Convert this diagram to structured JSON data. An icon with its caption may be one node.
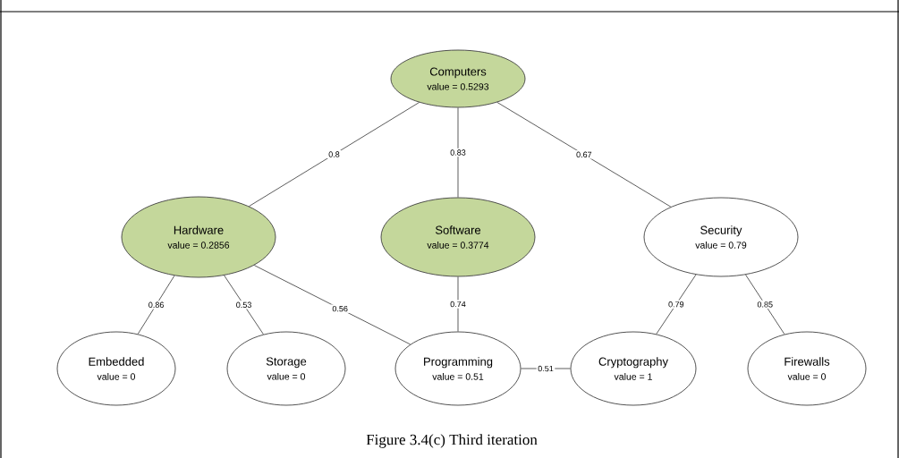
{
  "diagram": {
    "caption": "Figure 3.4(c) Third iteration",
    "nodes": [
      {
        "text": [
          "Computers",
          "value = 0.5293"
        ]
      },
      {
        "text": [
          "Hardware",
          "value = 0.2856"
        ]
      },
      {
        "text": [
          "Software",
          "value = 0.3774"
        ]
      },
      {
        "text": [
          "Security",
          "value = 0.79"
        ]
      },
      {
        "text": [
          "Embedded",
          "value = 0"
        ]
      },
      {
        "text": [
          "Storage",
          "value = 0"
        ]
      },
      {
        "text": [
          "Programming",
          "value = 0.51"
        ]
      },
      {
        "text": [
          "Cryptography",
          "value = 1"
        ]
      },
      {
        "text": [
          "Firewalls",
          "value = 0"
        ]
      }
    ],
    "edges": [
      {
        "from": 0,
        "to": 1,
        "arrow": "none",
        "label": "0.8"
      },
      {
        "from": 0,
        "to": 2,
        "arrow": "none",
        "label": "0.83"
      },
      {
        "from": 0,
        "to": 3,
        "arrow": "none",
        "label": "0.67"
      },
      {
        "from": 1,
        "to": 4,
        "arrow": "none",
        "label": "0.86"
      },
      {
        "from": 1,
        "to": 5,
        "arrow": "none",
        "label": "0.53"
      },
      {
        "from": 1,
        "to": 6,
        "arrow": "none",
        "label": "0.56"
      },
      {
        "from": 2,
        "to": 6,
        "arrow": "none",
        "label": "0.74"
      },
      {
        "from": 3,
        "to": 7,
        "arrow": "none",
        "label": "0.79"
      },
      {
        "from": 3,
        "to": 8,
        "arrow": "none",
        "label": "0.85"
      },
      {
        "from": 6,
        "to": 7,
        "arrow": "none",
        "label": "0.51"
      }
    ]
  }
}
